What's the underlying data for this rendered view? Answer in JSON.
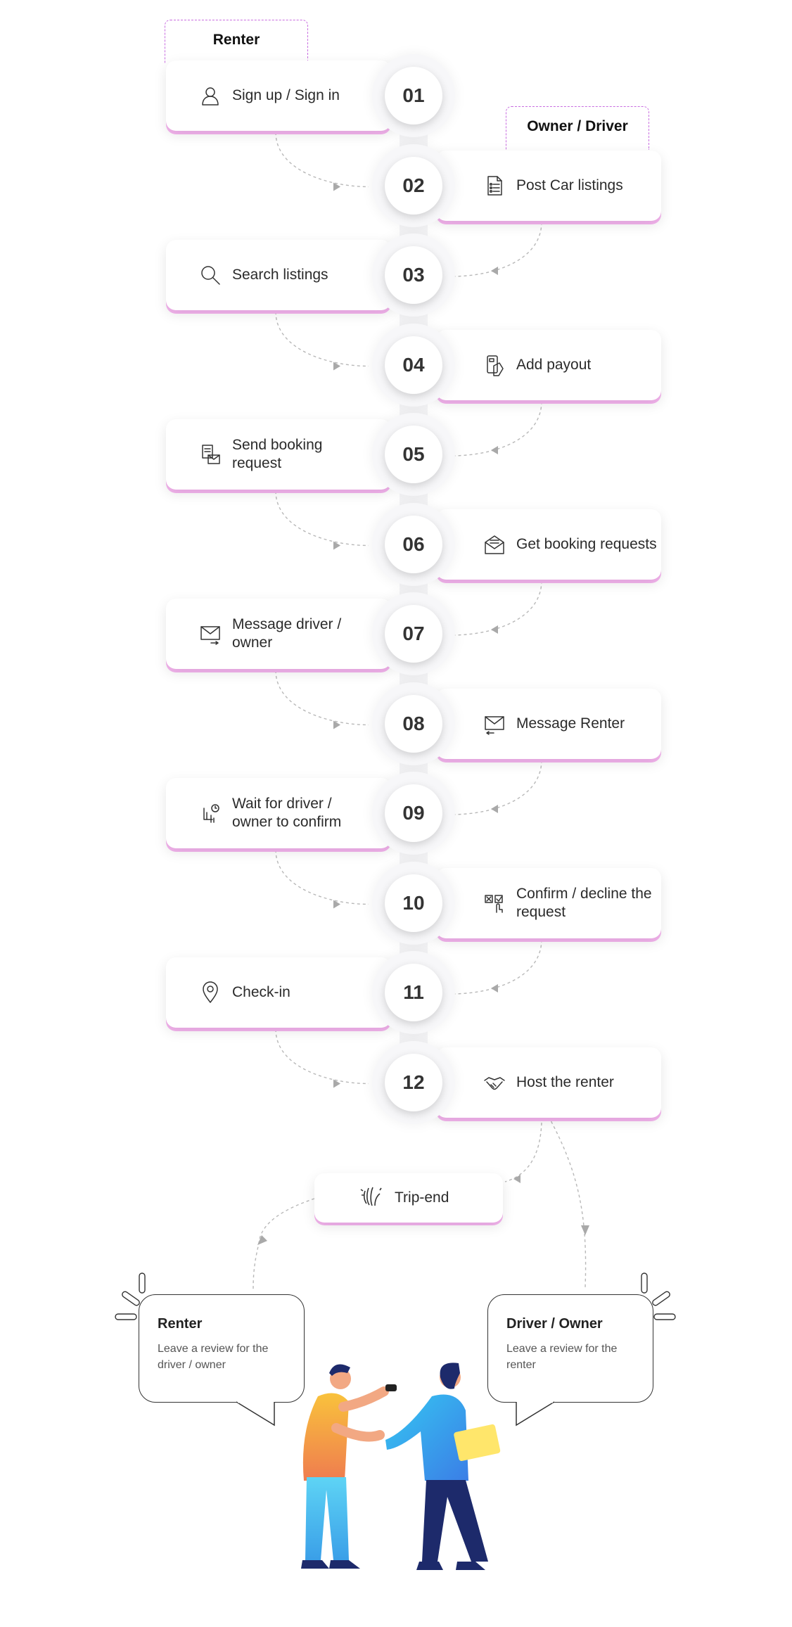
{
  "lanes": {
    "renter": "Renter",
    "owner": "Owner / Driver"
  },
  "steps": [
    {
      "number": "01",
      "label": "Sign up / Sign in",
      "side": "left",
      "icon": "user-icon"
    },
    {
      "number": "02",
      "label": "Post Car listings",
      "side": "right",
      "icon": "listing-document-icon"
    },
    {
      "number": "03",
      "label": "Search listings",
      "side": "left",
      "icon": "search-icon"
    },
    {
      "number": "04",
      "label": "Add payout",
      "side": "right",
      "icon": "payout-card-icon"
    },
    {
      "number": "05",
      "label": "Send booking request",
      "side": "left",
      "icon": "booking-request-icon"
    },
    {
      "number": "06",
      "label": "Get booking requests",
      "side": "right",
      "icon": "open-envelope-icon"
    },
    {
      "number": "07",
      "label": "Message driver / owner",
      "side": "left",
      "icon": "envelope-send-icon"
    },
    {
      "number": "08",
      "label": "Message Renter",
      "side": "right",
      "icon": "envelope-reply-icon"
    },
    {
      "number": "09",
      "label": "Wait for driver / owner to confirm",
      "side": "left",
      "icon": "waiting-seat-icon"
    },
    {
      "number": "10",
      "label": "Confirm / decline the request",
      "side": "right",
      "icon": "confirm-decline-icon"
    },
    {
      "number": "11",
      "label": "Check-in",
      "side": "left",
      "icon": "location-pin-icon"
    },
    {
      "number": "12",
      "label": "Host the renter",
      "side": "right",
      "icon": "handshake-icon"
    }
  ],
  "trip_end": {
    "label": "Trip-end",
    "icon": "waving-hand-icon"
  },
  "reviews": {
    "renter": {
      "title": "Renter",
      "text": "Leave a review for the driver / owner"
    },
    "owner": {
      "title": "Driver / Owner",
      "text": "Leave a review for the renter"
    }
  },
  "colors": {
    "accent_pink": "#f6b5f0",
    "lane_border": "#c86de0",
    "connector": "#b8b8b8",
    "text": "#2b2b2b"
  }
}
